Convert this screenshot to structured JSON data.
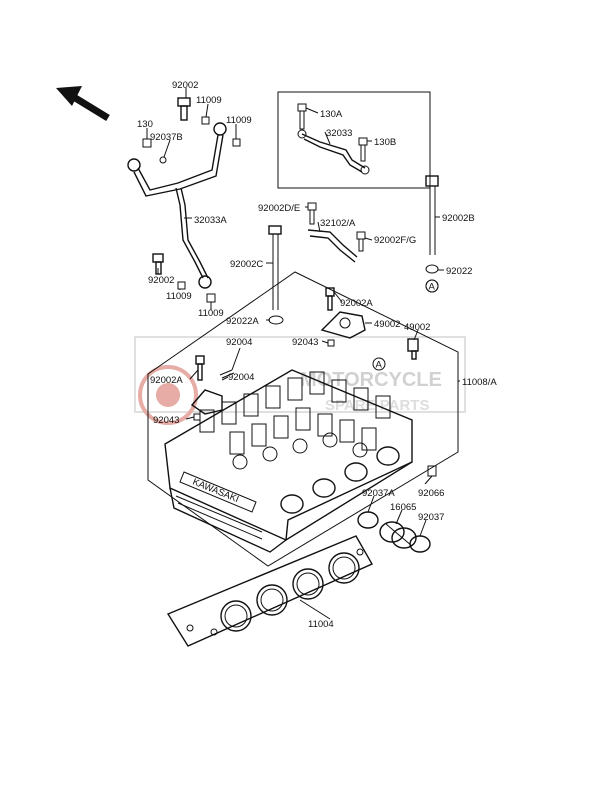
{
  "watermark": {
    "line1": "MOTORCYCLE",
    "line2": "SPARE PARTS",
    "color": "#c94a3a"
  },
  "head_marking": "KAWASAKI",
  "labels": [
    {
      "id": "p92002-top",
      "text": "92002"
    },
    {
      "id": "p11009-a",
      "text": "11009"
    },
    {
      "id": "p130",
      "text": "130"
    },
    {
      "id": "p92037b",
      "text": "92037B"
    },
    {
      "id": "p11009-b",
      "text": "11009"
    },
    {
      "id": "p32033a",
      "text": "32033A"
    },
    {
      "id": "p92002-mid",
      "text": "92002"
    },
    {
      "id": "p11009-c",
      "text": "11009"
    },
    {
      "id": "p11009-d",
      "text": "11009"
    },
    {
      "id": "p130a",
      "text": "130A"
    },
    {
      "id": "p32033",
      "text": "32033"
    },
    {
      "id": "p130b",
      "text": "130B"
    },
    {
      "id": "p92002de",
      "text": "92002D/E"
    },
    {
      "id": "p32102a",
      "text": "32102/A"
    },
    {
      "id": "p92002fg",
      "text": "92002F/G"
    },
    {
      "id": "p92002c",
      "text": "92002C"
    },
    {
      "id": "p92002b",
      "text": "92002B"
    },
    {
      "id": "p92022",
      "text": "92022"
    },
    {
      "id": "p92002a-r",
      "text": "92002A"
    },
    {
      "id": "p92022a",
      "text": "92022A"
    },
    {
      "id": "p49002-a",
      "text": "49002"
    },
    {
      "id": "p49002-b",
      "text": "49002"
    },
    {
      "id": "p92004-a",
      "text": "92004"
    },
    {
      "id": "p92043-r",
      "text": "92043"
    },
    {
      "id": "p92002a-l",
      "text": "92002A"
    },
    {
      "id": "p92004-b",
      "text": "92004"
    },
    {
      "id": "p11008a",
      "text": "11008/A"
    },
    {
      "id": "p92043-l",
      "text": "92043"
    },
    {
      "id": "p92066",
      "text": "92066"
    },
    {
      "id": "p92037a",
      "text": "92037A"
    },
    {
      "id": "p16065",
      "text": "16065"
    },
    {
      "id": "p92037",
      "text": "92037"
    },
    {
      "id": "p11004",
      "text": "11004"
    }
  ],
  "ref_marks": [
    {
      "id": "ref-a-1",
      "text": "A"
    },
    {
      "id": "ref-a-2",
      "text": "A"
    }
  ]
}
